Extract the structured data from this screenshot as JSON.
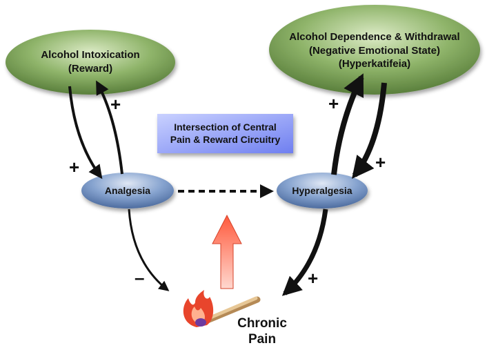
{
  "nodes": {
    "intoxication": {
      "line1": "Alcohol Intoxication",
      "line2": "(Reward)"
    },
    "dependence": {
      "line1": "Alcohol Dependence & Withdrawal",
      "line2": "(Negative Emotional State)",
      "line3": "(Hyperkatifeia)"
    },
    "analgesia": {
      "label": "Analgesia"
    },
    "hyperalgesia": {
      "label": "Hyperalgesia"
    },
    "intersection": {
      "line1": "Intersection of Central",
      "line2": "Pain & Reward Circuitry"
    },
    "chronic_pain": {
      "line1": "Chronic",
      "line2": "Pain"
    }
  },
  "signs": {
    "intox_to_analgesia": "+",
    "analgesia_to_intox": "+",
    "hyper_to_dependence": "+",
    "dependence_to_hyper": "+",
    "analgesia_to_pain": "–",
    "hyper_to_pain": "+"
  },
  "icons": [
    "burning-match-icon",
    "red-up-arrow-icon"
  ],
  "colors": {
    "green_ellipse": "#7fa55c",
    "blue_ellipse": "#6f8fc0",
    "intersection_box": "#8c9cf0",
    "red_arrow": "#e8452c"
  }
}
